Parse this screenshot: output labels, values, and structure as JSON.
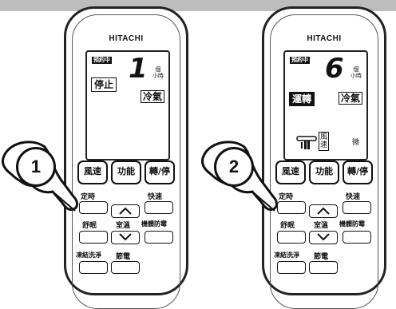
{
  "panels": [
    {
      "brand": "HITACHI",
      "lcd": {
        "tag": "預約中",
        "number": "1",
        "unit_top": "個",
        "unit_bottom": "小時",
        "status": "停止",
        "mode": "冷氣"
      },
      "buttons_main": [
        "風速",
        "功能",
        "轉/停"
      ],
      "labels": {
        "timer": "定時",
        "quick": "快速",
        "sleep": "舒眠",
        "room_temp": "室溫",
        "mildew": "機體防霉",
        "freeze_wash": "凍結洗淨",
        "save": "節電"
      },
      "step": "1"
    },
    {
      "brand": "HITACHI",
      "lcd": {
        "tag": "預約中",
        "number": "6",
        "unit_top": "個",
        "unit_bottom": "小時",
        "status": "運轉",
        "mode": "冷氣",
        "fan_label_top": "風",
        "fan_label_bottom": "速",
        "fan_level": "微"
      },
      "buttons_main": [
        "風速",
        "功能",
        "轉/停"
      ],
      "labels": {
        "timer": "定時",
        "quick": "快速",
        "sleep": "舒眠",
        "room_temp": "室溫",
        "mildew": "機體防霉",
        "freeze_wash": "凍結洗淨",
        "save": "節電"
      },
      "step": "2"
    }
  ],
  "colors": {
    "topbar": "#bdbdbd",
    "ink": "#111111"
  }
}
